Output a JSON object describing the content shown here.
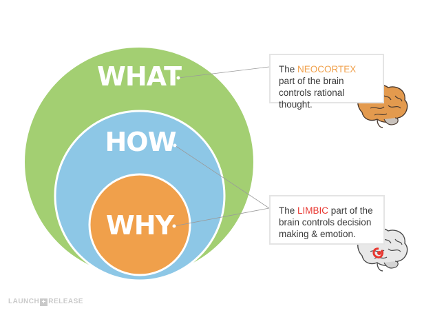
{
  "diagram": {
    "circles": [
      {
        "label": "WHAT",
        "color": "#a3cf72"
      },
      {
        "label": "HOW",
        "color": "#8dc7e6"
      },
      {
        "label": "WHY",
        "color": "#f0a04b"
      }
    ],
    "connector_color": "#9a9a9a"
  },
  "callouts": {
    "neocortex": {
      "before": "The ",
      "highlight": "NEOCORTEX",
      "after": " part of the brain controls rational thought.",
      "highlight_color": "#f0a04b"
    },
    "limbic": {
      "before": "The ",
      "highlight": "LIMBIC",
      "after": " part of the brain controls decision making & emotion.",
      "highlight_color": "#e8362f"
    }
  },
  "brand": {
    "left": "LAUNCH",
    "mark": "+",
    "right": "RELEASE"
  }
}
